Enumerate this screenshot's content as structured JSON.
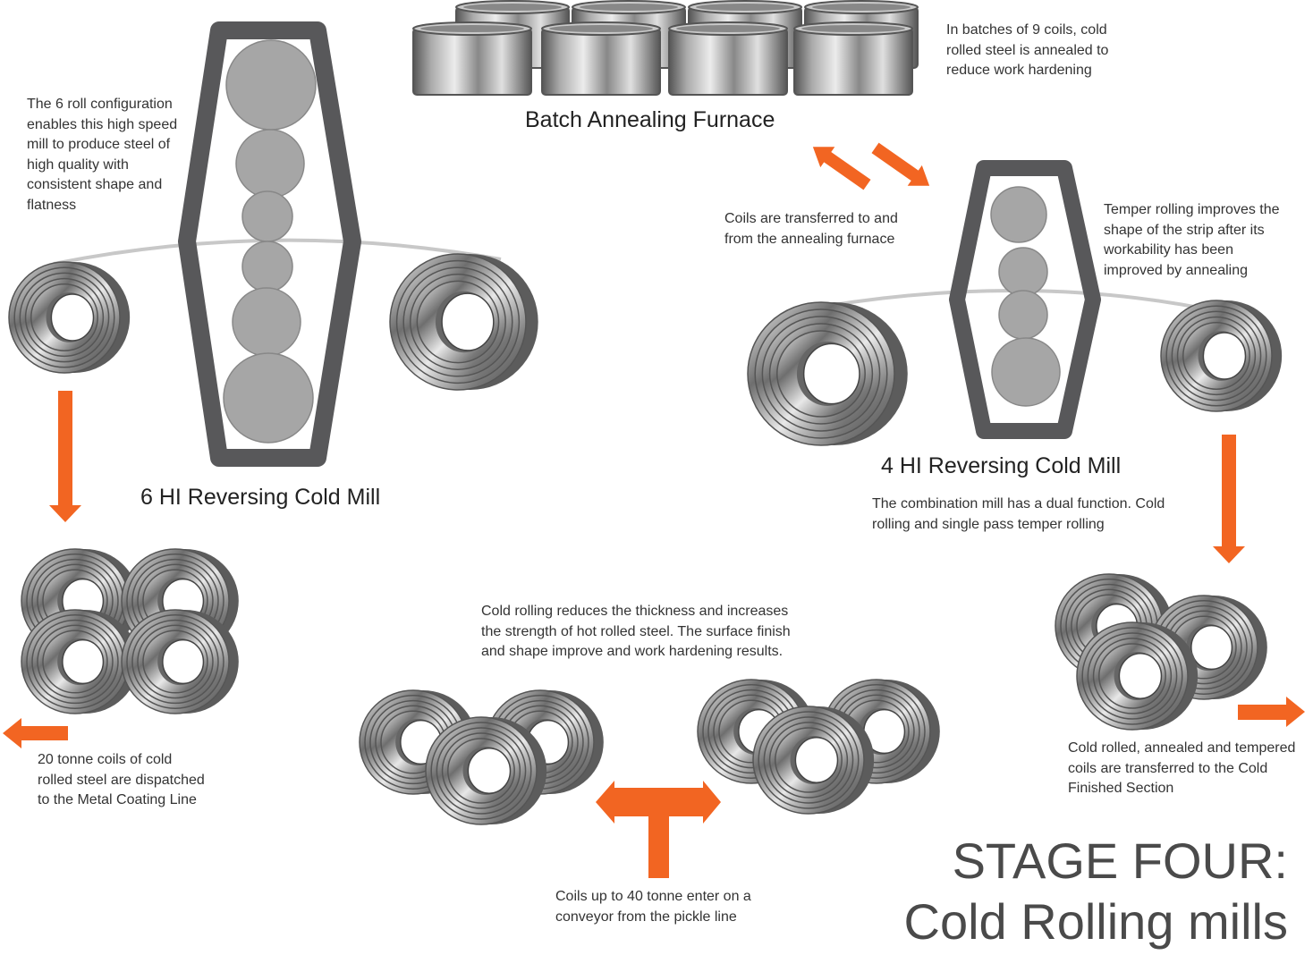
{
  "labels": {
    "batch_furnace": "Batch Annealing Furnace",
    "mill_6hi": "6 HI Reversing Cold Mill",
    "mill_4hi": "4 HI Reversing Cold Mill"
  },
  "notes": {
    "six_roll": [
      "The 6 roll configuration",
      "enables this high speed",
      "mill to produce steel of",
      "high quality with",
      "consistent shape and",
      "flatness"
    ],
    "batches": [
      "In batches of 9 coils, cold",
      "rolled steel is annealed to",
      "reduce work hardening"
    ],
    "transfer": [
      "Coils are transferred to and",
      "from the annealing furnace"
    ],
    "temper": [
      "Temper rolling improves the",
      "shape of the strip after its",
      "workability has been",
      "improved by annealing"
    ],
    "combination": [
      "The combination mill has a dual function. Cold",
      "rolling and single pass temper rolling"
    ],
    "cold_rolling": [
      "Cold rolling reduces the thickness and increases",
      "the strength of hot rolled steel. The surface finish",
      "and shape improve and work hardening results."
    ],
    "dispatch": [
      "20 tonne coils of cold",
      "rolled steel are dispatched",
      "to the Metal Coating Line"
    ],
    "finished": [
      "Cold rolled, annealed and tempered",
      "coils are transferred to the Cold",
      "Finished Section"
    ],
    "enter": [
      "Coils up to 40 tonne enter on a",
      "conveyor from the pickle line"
    ]
  },
  "title": {
    "line1": "STAGE FOUR:",
    "line2": "Cold Rolling mills"
  },
  "colors": {
    "arrow": "#f26522",
    "frame": "#58585a",
    "roll": "#a6a6a6",
    "strip": "#c8c8c8",
    "coil_dark": "#6f6f6f",
    "coil_light": "#f4f4f4"
  }
}
